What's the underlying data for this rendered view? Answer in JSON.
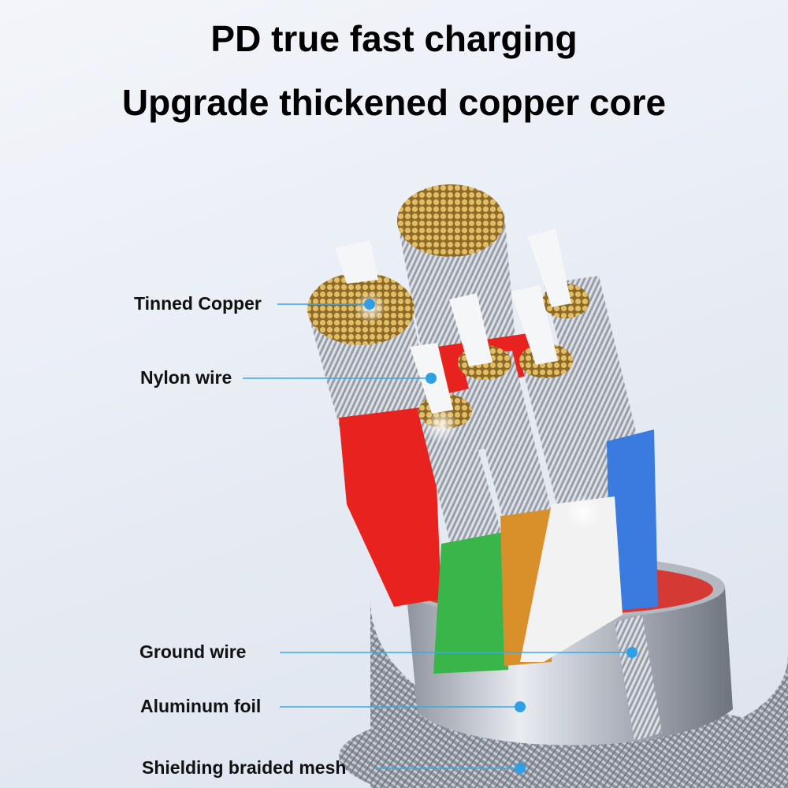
{
  "headline": {
    "line1": "PD true fast charging",
    "line2": "Upgrade thickened copper core"
  },
  "callouts": [
    {
      "label": "Tinned Copper"
    },
    {
      "label": "Nylon wire"
    },
    {
      "label": "Ground wire"
    },
    {
      "label": "Aluminum foil"
    },
    {
      "label": "Shielding braided mesh"
    }
  ],
  "colors": {
    "callout_line": "#39a9ea",
    "callout_dot": "#2f9fe6",
    "red_insulation": "#e8231f",
    "green_insulation": "#39b54a",
    "orange_insulation": "#d9902b",
    "blue_insulation": "#3a7be0",
    "white_insulation": "#f2f2f2",
    "copper": "#d9b25a",
    "silver": "#c5cad3"
  }
}
